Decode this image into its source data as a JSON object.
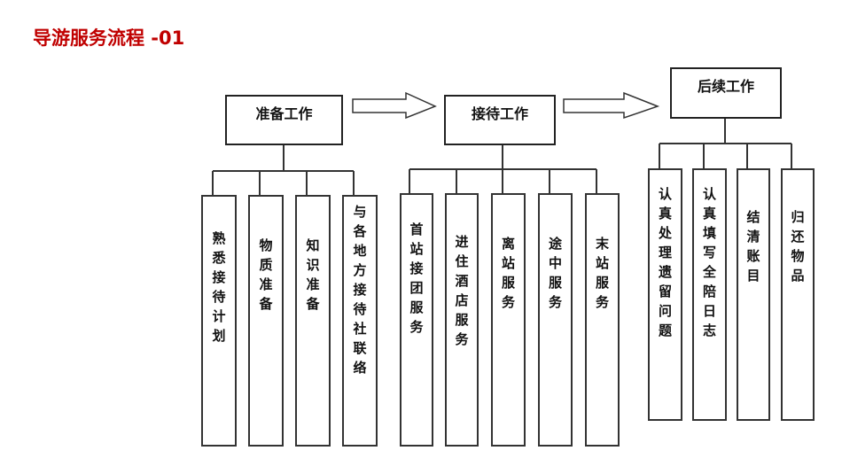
{
  "title": "导游服务流程 -01",
  "stages": [
    {
      "label": "准备工作",
      "tasks": [
        "熟悉接待计划",
        "物质准备",
        "知识准备",
        "与各地方接待社联络"
      ]
    },
    {
      "label": "接待工作",
      "tasks": [
        "首站接团服务",
        "进住酒店服务",
        "离站服务",
        "途中服务",
        "末站服务"
      ]
    },
    {
      "label": "后续工作",
      "tasks": [
        "认真处理遗留问题",
        "认真填写全陪日志",
        "结清账目",
        "归还物品"
      ]
    }
  ],
  "colors": {
    "title": "#c00000"
  }
}
